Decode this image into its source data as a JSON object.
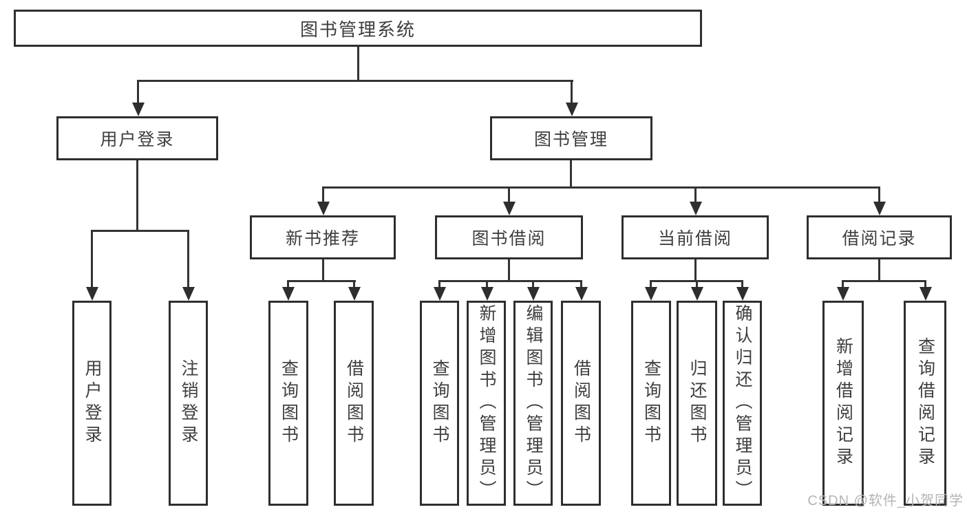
{
  "root": {
    "label": "图书管理系统"
  },
  "level1": [
    {
      "label": "用户登录"
    },
    {
      "label": "图书管理"
    }
  ],
  "level2": [
    {
      "label": "新书推荐"
    },
    {
      "label": "图书借阅"
    },
    {
      "label": "当前借阅"
    },
    {
      "label": "借阅记录"
    }
  ],
  "leaves": {
    "user": [
      "用户登录",
      "注销登录"
    ],
    "recommend": [
      "查询图书",
      "借阅图书"
    ],
    "borrow": [
      "查询图书",
      "新增图书（管理员）",
      "编辑图书（管理员）",
      "借阅图书"
    ],
    "current": [
      "查询图书",
      "归还图书",
      "确认归还（管理员）"
    ],
    "records": [
      "新增借阅记录",
      "查询借阅记录"
    ]
  },
  "watermark": {
    "text": "CSDN @软件_小贺同学"
  },
  "colors": {
    "line": "#333333",
    "border": "#2e2e2e",
    "text": "#3e3e3e",
    "watermark": "#b4b4b4",
    "background": "#ffffff"
  }
}
